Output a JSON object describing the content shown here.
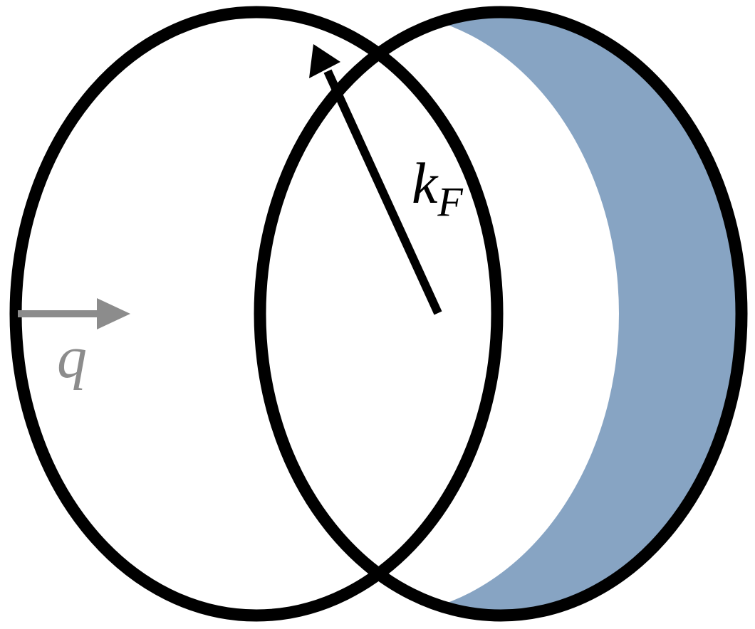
{
  "diagram": {
    "radius_label": {
      "main": "k",
      "subscript": "F"
    },
    "shift_label": "q"
  },
  "colors": {
    "outline": "#000000",
    "shaded_region": "#87A4C3",
    "shift_arrow": "#8C8C8C",
    "background": "#FFFFFF"
  }
}
